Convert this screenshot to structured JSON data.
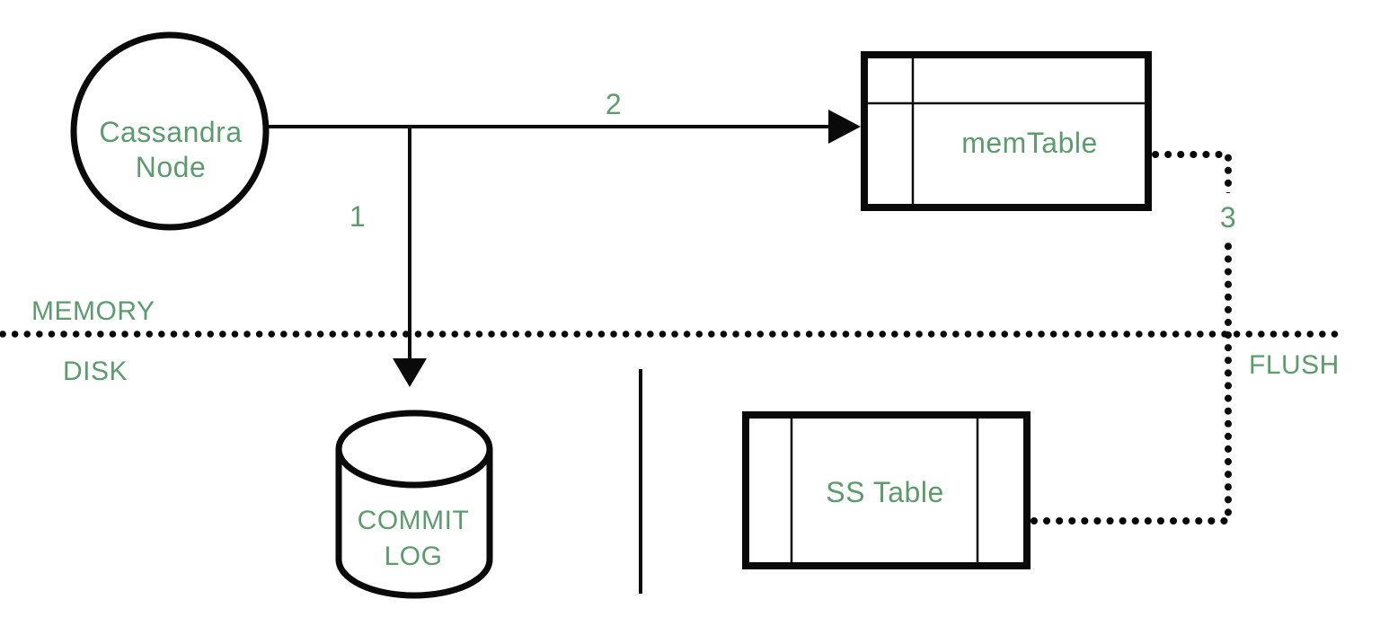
{
  "colors": {
    "accent_green": "#5B9C6C",
    "line_black": "#0A0A0A",
    "background": "#FFFFFF"
  },
  "nodes": {
    "cassandra_node": {
      "line1": "Cassandra",
      "line2": "Node"
    },
    "mem_table": {
      "label": "memTable"
    },
    "commit_log": {
      "line1": "COMMIT",
      "line2": "LOG"
    },
    "ss_table": {
      "label": "SS Table"
    }
  },
  "edges": {
    "to_commit_log": {
      "label": "1"
    },
    "to_mem_table": {
      "label": "2"
    },
    "flush": {
      "label": "3",
      "caption": "FLUSH"
    }
  },
  "regions": {
    "memory": {
      "label": "MEMORY"
    },
    "disk": {
      "label": "DISK"
    }
  }
}
